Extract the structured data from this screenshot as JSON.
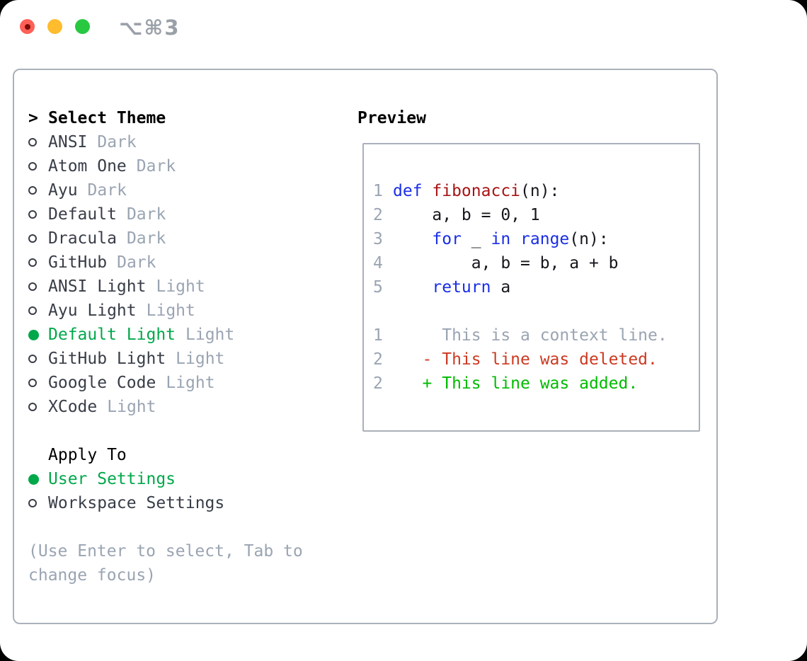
{
  "colors": {
    "accent_green": "#00a84a",
    "diff_added": "#00bb00",
    "diff_deleted": "#cc3a22",
    "keyword_blue": "#1a2ee6",
    "function_red": "#a81414",
    "muted_gray": "#9aa4b2",
    "text_dark": "#383d47",
    "border_gray": "#aab1bb",
    "traffic_red": "#ff5f57",
    "traffic_yellow": "#febc2e",
    "traffic_green": "#28c840"
  },
  "window": {
    "title": "⌥⌘3"
  },
  "theme_selector": {
    "header_marker": ">",
    "header_label": "Select Theme",
    "items": [
      {
        "name": "ANSI",
        "tag": "Dark",
        "selected": false
      },
      {
        "name": "Atom One",
        "tag": "Dark",
        "selected": false
      },
      {
        "name": "Ayu",
        "tag": "Dark",
        "selected": false
      },
      {
        "name": "Default",
        "tag": "Dark",
        "selected": false
      },
      {
        "name": "Dracula",
        "tag": "Dark",
        "selected": false
      },
      {
        "name": "GitHub",
        "tag": "Dark",
        "selected": false
      },
      {
        "name": "ANSI Light",
        "tag": "Light",
        "selected": false
      },
      {
        "name": "Ayu Light",
        "tag": "Light",
        "selected": false
      },
      {
        "name": "Default Light",
        "tag": "Light",
        "selected": true
      },
      {
        "name": "GitHub Light",
        "tag": "Light",
        "selected": false
      },
      {
        "name": "Google Code",
        "tag": "Light",
        "selected": false
      },
      {
        "name": "XCode",
        "tag": "Light",
        "selected": false
      }
    ]
  },
  "apply_to": {
    "label": "Apply To",
    "options": [
      {
        "name": "User Settings",
        "selected": true
      },
      {
        "name": "Workspace Settings",
        "selected": false
      }
    ]
  },
  "help": {
    "lines": [
      "(Use Enter to select, Tab to",
      "change focus)"
    ]
  },
  "preview": {
    "label": "Preview",
    "lines": [
      {
        "num": "1",
        "segments": [
          {
            "t": "def ",
            "c": "keyword"
          },
          {
            "t": "fibonacci",
            "c": "function"
          },
          {
            "t": "(n):",
            "c": "plain"
          }
        ]
      },
      {
        "num": "2",
        "segments": [
          {
            "t": "    a, b = 0, 1",
            "c": "plain"
          }
        ]
      },
      {
        "num": "3",
        "segments": [
          {
            "t": "    ",
            "c": "plain"
          },
          {
            "t": "for",
            "c": "keyword"
          },
          {
            "t": " _ ",
            "c": "plain"
          },
          {
            "t": "in",
            "c": "keyword"
          },
          {
            "t": " ",
            "c": "plain"
          },
          {
            "t": "range",
            "c": "keyword"
          },
          {
            "t": "(n):",
            "c": "plain"
          }
        ]
      },
      {
        "num": "4",
        "segments": [
          {
            "t": "        a, b = b, a + b",
            "c": "plain"
          }
        ]
      },
      {
        "num": "5",
        "segments": [
          {
            "t": "    ",
            "c": "plain"
          },
          {
            "t": "return",
            "c": "keyword"
          },
          {
            "t": " a",
            "c": "plain"
          }
        ]
      },
      {
        "num": "",
        "segments": []
      },
      {
        "num": "1",
        "segments": [
          {
            "t": "     This is a context line.",
            "c": "context"
          }
        ]
      },
      {
        "num": "2",
        "segments": [
          {
            "t": "   - This line was deleted.",
            "c": "deleted"
          }
        ]
      },
      {
        "num": "2",
        "segments": [
          {
            "t": "   + This line was added.",
            "c": "added"
          }
        ]
      }
    ]
  }
}
